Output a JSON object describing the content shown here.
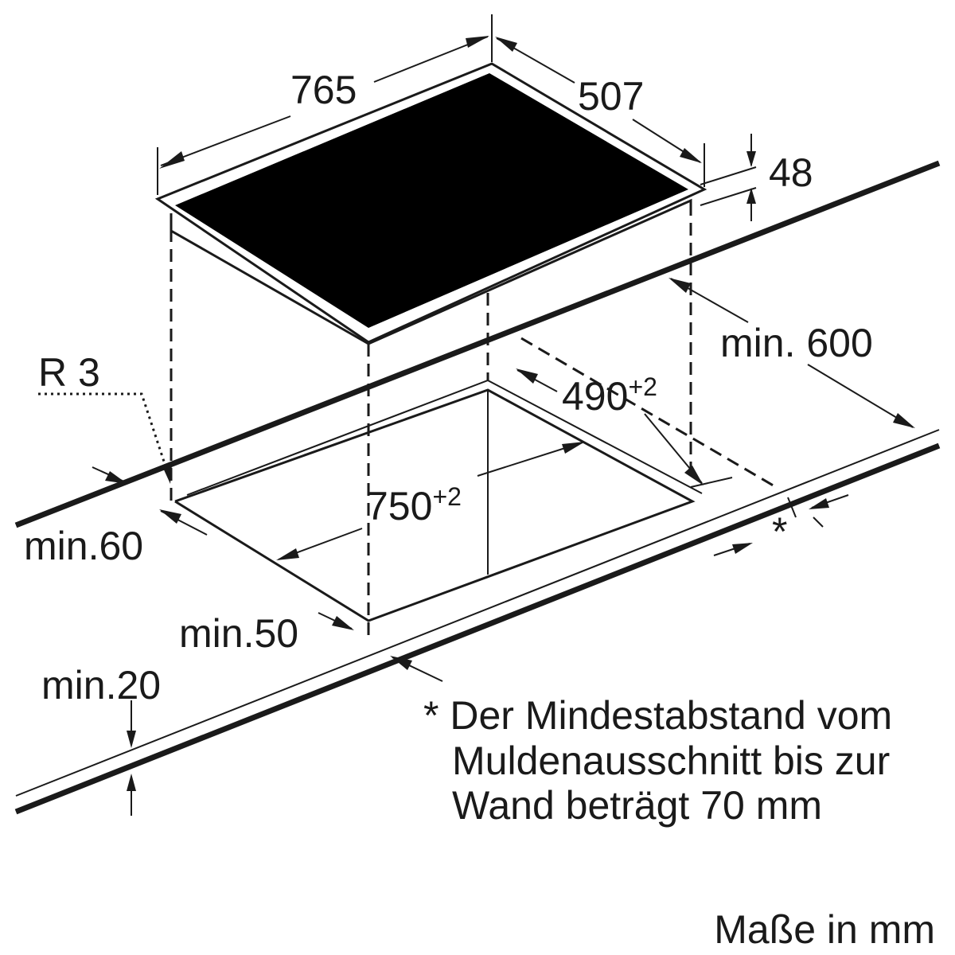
{
  "labels": {
    "width": "765",
    "depth": "507",
    "height": "48",
    "min_600": "min. 600",
    "cutout_depth": "490",
    "cutout_depth_tol": "+2",
    "cutout_width": "750",
    "cutout_width_tol": "+2",
    "radius": "R 3",
    "min_60": "min.60",
    "min_50": "min.50",
    "min_20": "min.20",
    "asterisk": "*"
  },
  "note": {
    "line1": "* Der Mindestabstand vom",
    "line2": "Muldenausschnitt bis zur",
    "line3": "Wand beträgt 70 mm"
  },
  "units": "Maße in mm",
  "colors": {
    "ink": "#1a1a1a",
    "cooktop": "#000000",
    "background": "#ffffff"
  }
}
